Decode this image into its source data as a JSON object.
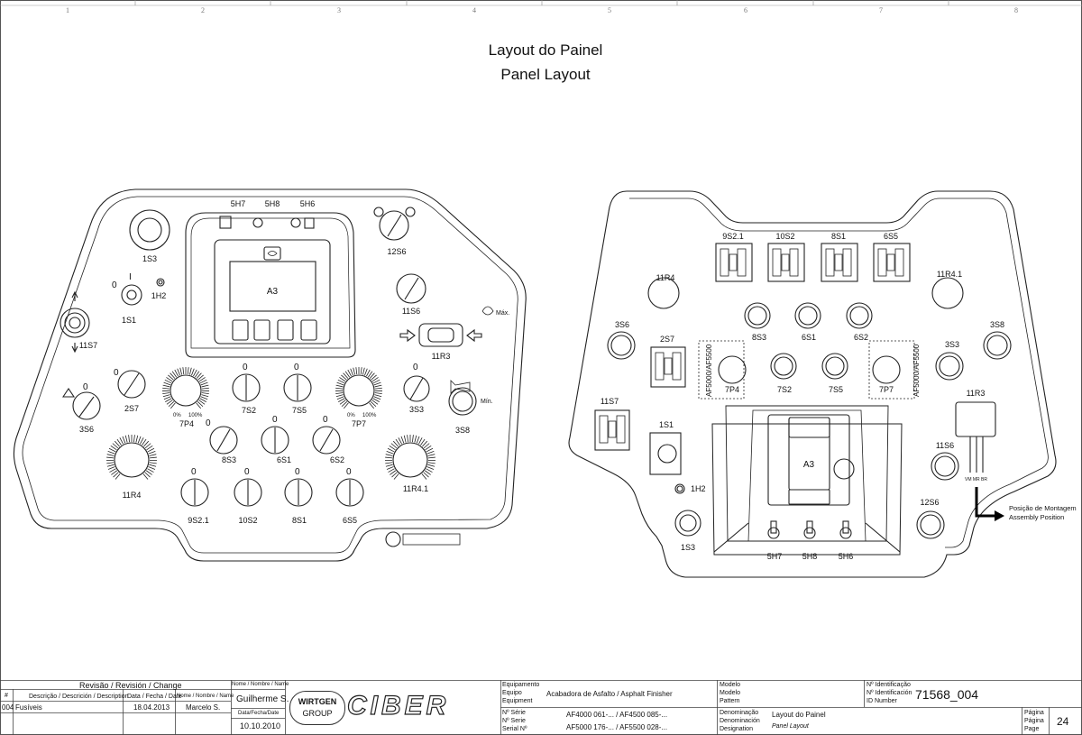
{
  "title": {
    "line1": "Layout do Painel",
    "line2": "Panel Layout"
  },
  "grid_numbers": [
    "1",
    "2",
    "3",
    "4",
    "5",
    "6",
    "7",
    "8"
  ],
  "left_panel": {
    "labels": {
      "l1S3": "1S3",
      "l1S1": "1S1",
      "l1H2": "1H2",
      "l11S7": "11S7",
      "l3S6": "3S6",
      "l2S7": "2S7",
      "l7P4": "7P4",
      "l7S2": "7S2",
      "l7S5": "7S5",
      "l7P7": "7P7",
      "l3S3": "3S3",
      "l3S8": "3S8",
      "l8S3": "8S3",
      "l6S1": "6S1",
      "l6S2": "6S2",
      "l11R4": "11R4",
      "l11R41": "11R4.1",
      "l9S21": "9S2.1",
      "l10S2": "10S2",
      "l8S1": "8S1",
      "l6S5": "6S5",
      "l5H7": "5H7",
      "l5H8": "5H8",
      "l5H6": "5H6",
      "lA3": "A3",
      "l12S6": "12S6",
      "l11S6": "11S6",
      "l11R3": "11R3",
      "zero": "0",
      "one": "I",
      "pct0": "0%",
      "pct100": "100%",
      "max": "Máx.",
      "min": "Mín."
    }
  },
  "right_panel": {
    "labels": {
      "r9S21": "9S2.1",
      "r10S2": "10S2",
      "r8S1": "8S1",
      "r6S5": "6S5",
      "r11R4": "11R4",
      "r11R41": "11R4.1",
      "r8S3": "8S3",
      "r6S1": "6S1",
      "r6S2": "6S2",
      "r3S6": "3S6",
      "r2S7": "2S7",
      "r3S8": "3S8",
      "r3S3": "3S3",
      "r7P4": "7P4",
      "r7S2": "7S2",
      "r7S5": "7S5",
      "r7P7": "7P7",
      "rAF": "AF5000/AF5500",
      "r11S7": "11S7",
      "r1S1": "1S1",
      "r11R3": "11R3",
      "r11S6": "11S6",
      "rA3": "A3",
      "r1H2": "1H2",
      "r12S6": "12S6",
      "r1S3": "1S3",
      "r5H7": "5H7",
      "r5H8": "5H8",
      "r5H6": "5H6",
      "wires": "VM MR BR",
      "assembly1": "Posição de Montagem",
      "assembly2": "Assembly Position"
    }
  },
  "title_block": {
    "revision_header": "Revisão / Revisión / Change",
    "col_hash": "#",
    "col_desc": "Descrição / Descrición / Description",
    "col_date": "Data / Fecha / Date",
    "col_name": "Nome / Nombre / Name",
    "rev_no": "004",
    "rev_desc": "Fusíveis",
    "rev_date": "18.04.2013",
    "rev_name": "Marcelo S.",
    "name_label": "Nome / Nombre / Name",
    "name_value": "Guilherme S.",
    "date_label": "Data/Fecha/Date",
    "date_value": "10.10.2010",
    "wirtgen1": "WIRTGEN",
    "wirtgen2": "GROUP",
    "ciber": "CIBER",
    "equip_label1": "Equipamento",
    "equip_label2": "Equipo",
    "equip_label3": "Equipment",
    "equip_value": "Acabadora de Asfalto / Asphalt Finisher",
    "serial_label1": "Nº Série",
    "serial_label2": "Nº Serie",
    "serial_label3": "Serial Nº",
    "serial_value1": "AF4000 061-... / AF4500 085-...",
    "serial_value2": "AF5000 176-... / AF5500 028-...",
    "model_label1": "Modelo",
    "model_label2": "Modelo",
    "model_label3": "Pattern",
    "desig_label1": "Denominação",
    "desig_label2": "Denominación",
    "desig_label3": "Designation",
    "desig_value1": "Layout do Painel",
    "desig_value2": "Panel Layout",
    "id_label1": "Nº Identificação",
    "id_label2": "Nº Identificación",
    "id_label3": "ID Number",
    "id_value": "71568_004",
    "page_label1": "Página",
    "page_label2": "Página",
    "page_label3": "Page",
    "page_value": "24"
  }
}
